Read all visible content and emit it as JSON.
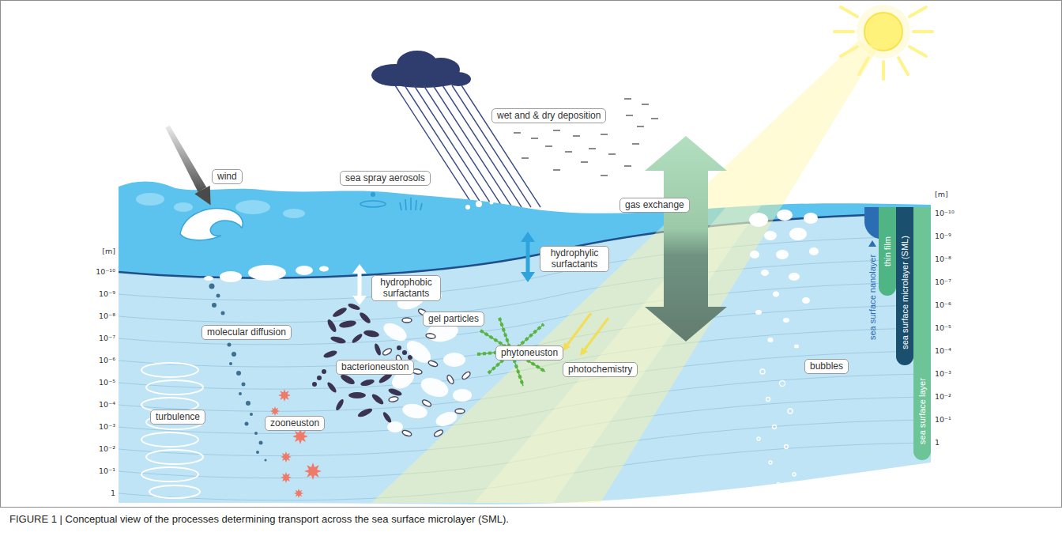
{
  "diagram": {
    "caption": "FIGURE 1 | Conceptual view of the processes determining transport across the sea surface microlayer (SML).",
    "nodes": [
      {
        "text": [
          "wet and & dry deposition"
        ]
      },
      {
        "text": [
          "wind"
        ]
      },
      {
        "text": [
          "sea spray aerosols"
        ]
      },
      {
        "text": [
          "gas exchange"
        ]
      },
      {
        "text": [
          "hydrophylic surfactants"
        ]
      },
      {
        "text": [
          "hydrophobic surfactants"
        ]
      },
      {
        "text": [
          "gel particles"
        ]
      },
      {
        "text": [
          "molecular diffusion"
        ]
      },
      {
        "text": [
          "phytoneuston"
        ]
      },
      {
        "text": [
          "bacterioneuston"
        ]
      },
      {
        "text": [
          "photochemistry"
        ]
      },
      {
        "text": [
          "bubbles"
        ]
      },
      {
        "text": [
          "turbulence"
        ]
      },
      {
        "text": [
          "zooneuston"
        ]
      },
      {
        "text": [
          "thin film"
        ]
      },
      {
        "text": [
          "sea surface microlayer (SML)"
        ]
      },
      {
        "text": [
          "sea surface layer"
        ]
      }
    ],
    "labels": [
      "sea surface nanolayer",
      "[m]",
      "10⁻¹⁰",
      "10⁻⁹",
      "10⁻⁸",
      "10⁻⁷",
      "10⁻⁶",
      "10⁻⁵",
      "10⁻⁴",
      "10⁻³",
      "10⁻²",
      "10⁻¹",
      "1",
      "[m]",
      "10⁻¹⁰",
      "10⁻⁹",
      "10⁻⁸",
      "10⁻⁷",
      "10⁻⁶",
      "10⁻⁵",
      "10⁻⁴",
      "10⁻³",
      "10⁻²",
      "10⁻¹",
      "1"
    ]
  }
}
